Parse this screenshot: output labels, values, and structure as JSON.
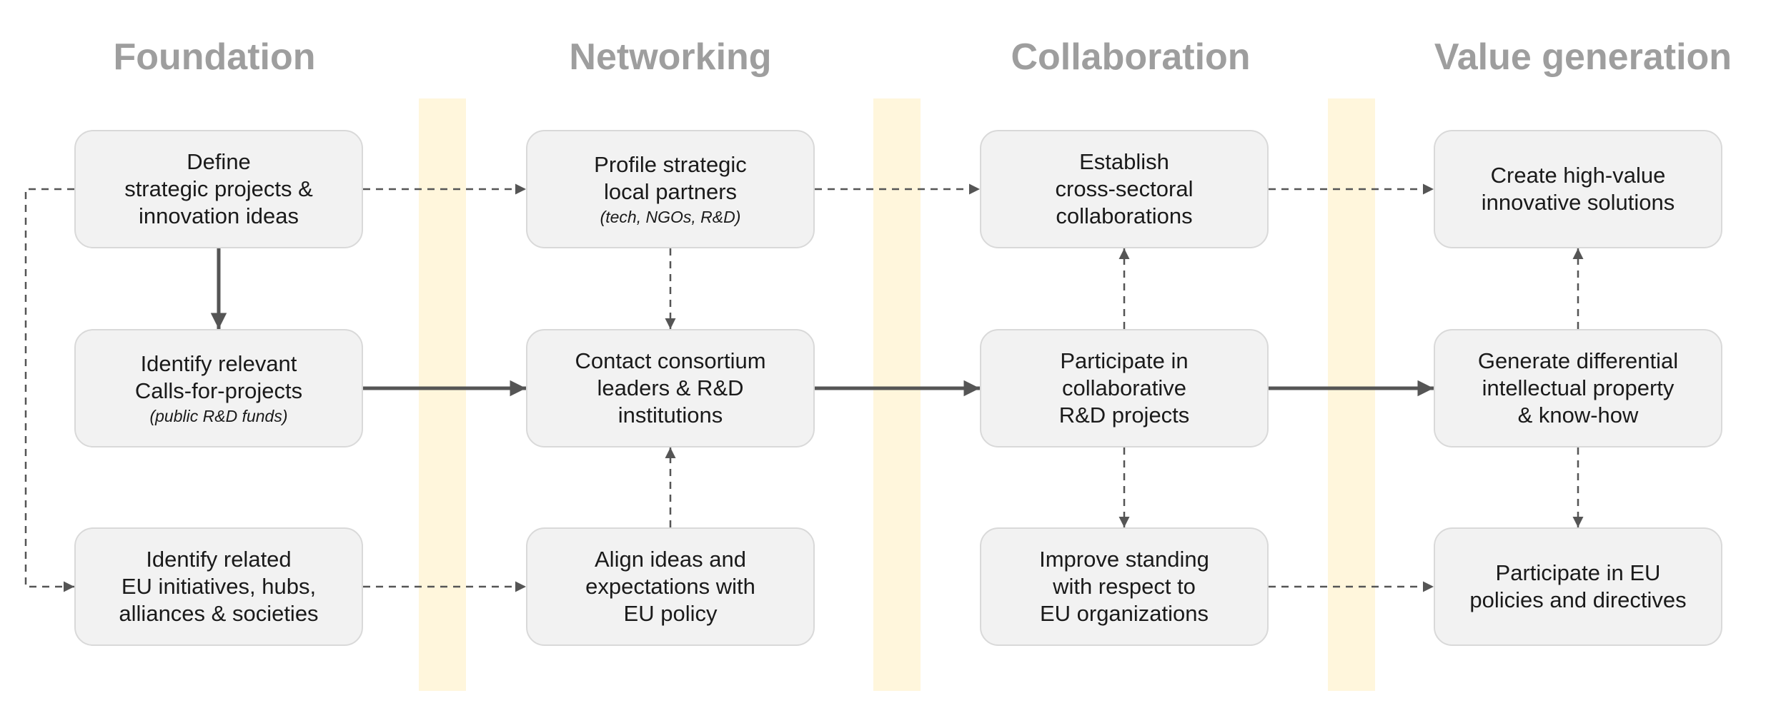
{
  "colors": {
    "title": "#9e9e9e",
    "band": "#fff6dc",
    "box_fill": "#f2f2f2",
    "box_border": "#d9d9d9",
    "arrow": "#555555"
  },
  "columns": [
    {
      "title": "Foundation"
    },
    {
      "title": "Networking"
    },
    {
      "title": "Collaboration"
    },
    {
      "title": "Value generation"
    }
  ],
  "nodes": {
    "define_projects": {
      "text": "Define\nstrategic projects &\ninnovation ideas",
      "sub": ""
    },
    "identify_calls": {
      "text": "Identify relevant\nCalls-for-projects",
      "sub": "(public R&D funds)"
    },
    "identify_eu": {
      "text": "Identify related\nEU initiatives, hubs,\nalliances & societies",
      "sub": ""
    },
    "profile_partners": {
      "text": "Profile strategic\nlocal partners",
      "sub": "(tech, NGOs, R&D)"
    },
    "contact_consortium": {
      "text": "Contact consortium\nleaders & R&D\ninstitutions",
      "sub": ""
    },
    "align_ideas": {
      "text": "Align ideas and\nexpectations with\nEU policy",
      "sub": ""
    },
    "establish_collab": {
      "text": "Establish\ncross-sectoral\ncollaborations",
      "sub": ""
    },
    "participate_rd": {
      "text": "Participate in\ncollaborative\nR&D projects",
      "sub": ""
    },
    "improve_standing": {
      "text": "Improve standing\nwith respect to\nEU organizations",
      "sub": ""
    },
    "create_solutions": {
      "text": "Create high-value\ninnovative solutions",
      "sub": ""
    },
    "generate_ip": {
      "text": "Generate differential\nintellectual property\n& know-how",
      "sub": ""
    },
    "participate_eu": {
      "text": "Participate in EU\npolicies and directives",
      "sub": ""
    }
  },
  "edges": [
    {
      "from": "define_projects",
      "to": "profile_partners",
      "style": "dashed"
    },
    {
      "from": "profile_partners",
      "to": "establish_collab",
      "style": "dashed"
    },
    {
      "from": "establish_collab",
      "to": "create_solutions",
      "style": "dashed"
    },
    {
      "from": "define_projects",
      "to": "identify_calls",
      "style": "solid"
    },
    {
      "from": "define_projects",
      "to": "identify_eu",
      "style": "dashed"
    },
    {
      "from": "identify_calls",
      "to": "contact_consortium",
      "style": "solid"
    },
    {
      "from": "contact_consortium",
      "to": "participate_rd",
      "style": "solid"
    },
    {
      "from": "participate_rd",
      "to": "generate_ip",
      "style": "solid"
    },
    {
      "from": "profile_partners",
      "to": "contact_consortium",
      "style": "dashed"
    },
    {
      "from": "align_ideas",
      "to": "contact_consortium",
      "style": "dashed"
    },
    {
      "from": "participate_rd",
      "to": "establish_collab",
      "style": "dashed"
    },
    {
      "from": "participate_rd",
      "to": "improve_standing",
      "style": "dashed"
    },
    {
      "from": "generate_ip",
      "to": "create_solutions",
      "style": "dashed"
    },
    {
      "from": "generate_ip",
      "to": "participate_eu",
      "style": "dashed"
    },
    {
      "from": "identify_eu",
      "to": "align_ideas",
      "style": "dashed"
    },
    {
      "from": "improve_standing",
      "to": "participate_eu",
      "style": "dashed"
    }
  ]
}
